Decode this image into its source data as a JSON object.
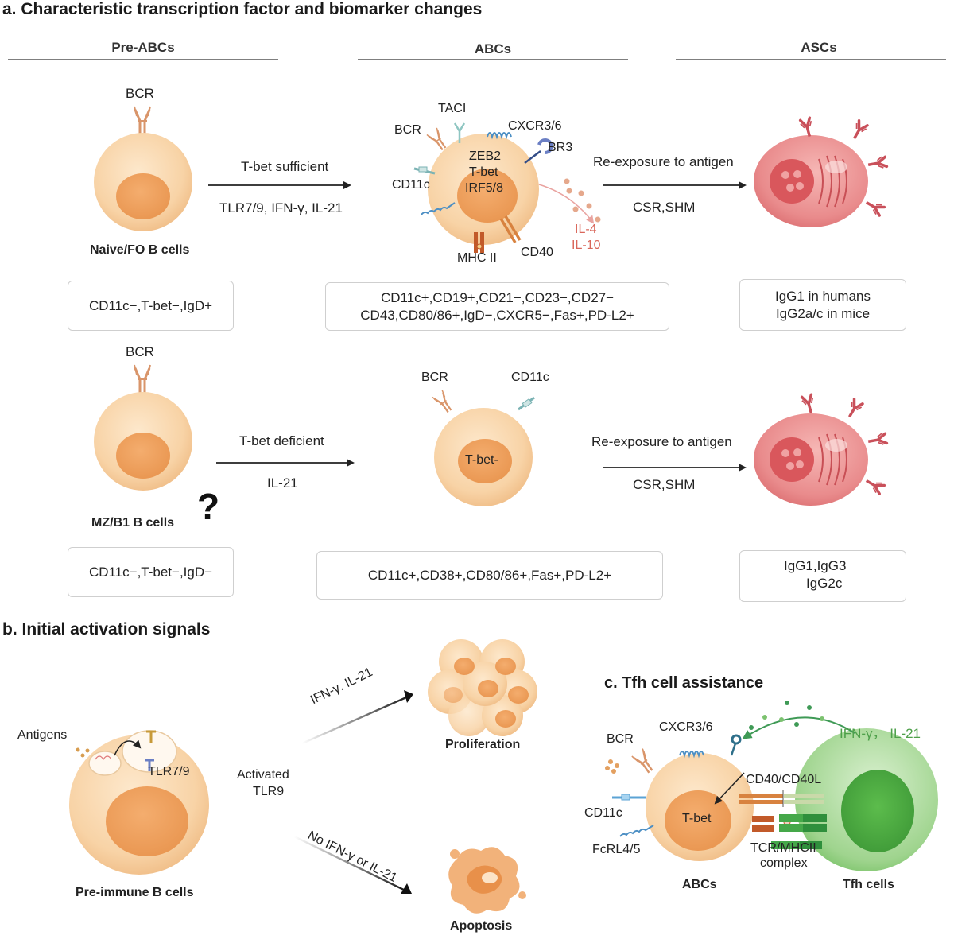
{
  "section_a": {
    "title": "a. Characteristic transcription factor and biomarker changes",
    "columns": {
      "pre_abcs": "Pre-ABCs",
      "abcs": "ABCs",
      "ascs": "ASCs"
    },
    "row1": {
      "bcr_label": "BCR",
      "cell_label": "Naive/FO B cells",
      "arrow_top": "T-bet sufficient",
      "arrow_bottom": "TLR7/9, IFN-γ, IL-21",
      "abc_receptors": {
        "taci": "TACI",
        "bcr": "BCR",
        "cxcr": "CXCR3/6",
        "br3": "BR3",
        "cd11c": "CD11c",
        "mhc": "MHC II",
        "cd40": "CD40"
      },
      "abc_nucleus": [
        "ZEB2",
        "T-bet",
        "IRF5/8"
      ],
      "cytokines": [
        "IL-4",
        "IL-10"
      ],
      "asc_arrow_top": "Re-exposure to antigen",
      "asc_arrow_bottom": "CSR,SHM",
      "box_pre": "CD11c−,T-bet−,IgD+",
      "box_abc": [
        "CD11c+,CD19+,CD21−,CD23−,CD27−",
        "CD43,CD80/86+,IgD−,CXCR5−,Fas+,PD-L2+"
      ],
      "box_asc": [
        "IgG1 in humans",
        "IgG2a/c in mice"
      ]
    },
    "row2": {
      "bcr_label": "BCR",
      "cell_label": "MZ/B1 B cells",
      "question": "?",
      "arrow_top": "T-bet deficient",
      "arrow_bottom": "IL-21",
      "abc_bcr": "BCR",
      "abc_cd11c": "CD11c",
      "abc_nucleus": "T-bet-",
      "asc_arrow_top": "Re-exposure to antigen",
      "asc_arrow_bottom": "CSR,SHM",
      "box_pre": "CD11c−,T-bet−,IgD−",
      "box_abc": "CD11c+,CD38+,CD80/86+,Fas+,PD-L2+",
      "box_asc": [
        "IgG1,IgG3",
        "IgG2c"
      ]
    }
  },
  "section_b": {
    "title": "b. Initial activation signals",
    "antigens": "Antigens",
    "tlr": "TLR7/9",
    "cell_label": "Pre-immune B cells",
    "activated": [
      "Activated",
      "TLR9"
    ],
    "up_arrow": "IFN-γ, IL-21",
    "down_arrow": "No IFN-γ or IL-21",
    "proliferation": "Proliferation",
    "apoptosis": "Apoptosis"
  },
  "section_c": {
    "title": "c. Tfh cell  assistance",
    "bcr": "BCR",
    "cxcr": "CXCR3/6",
    "cd40": "CD40/CD40L",
    "cytokines": "IFN-γ， IL-21",
    "cd11c": "CD11c",
    "fcrl": "FcRL4/5",
    "tbet": "T-bet",
    "tcr": [
      "TCR/MHCII",
      "complex"
    ],
    "abcs": "ABCs",
    "tfh": "Tfh cells"
  },
  "colors": {
    "cell_outer": "#f7cf9f",
    "cell_nucleus": "#f0a160",
    "asc_body": "#e8868a",
    "tfh": "#5fb85a",
    "antibody": "#c9505a",
    "bcr": "#d9956a"
  }
}
